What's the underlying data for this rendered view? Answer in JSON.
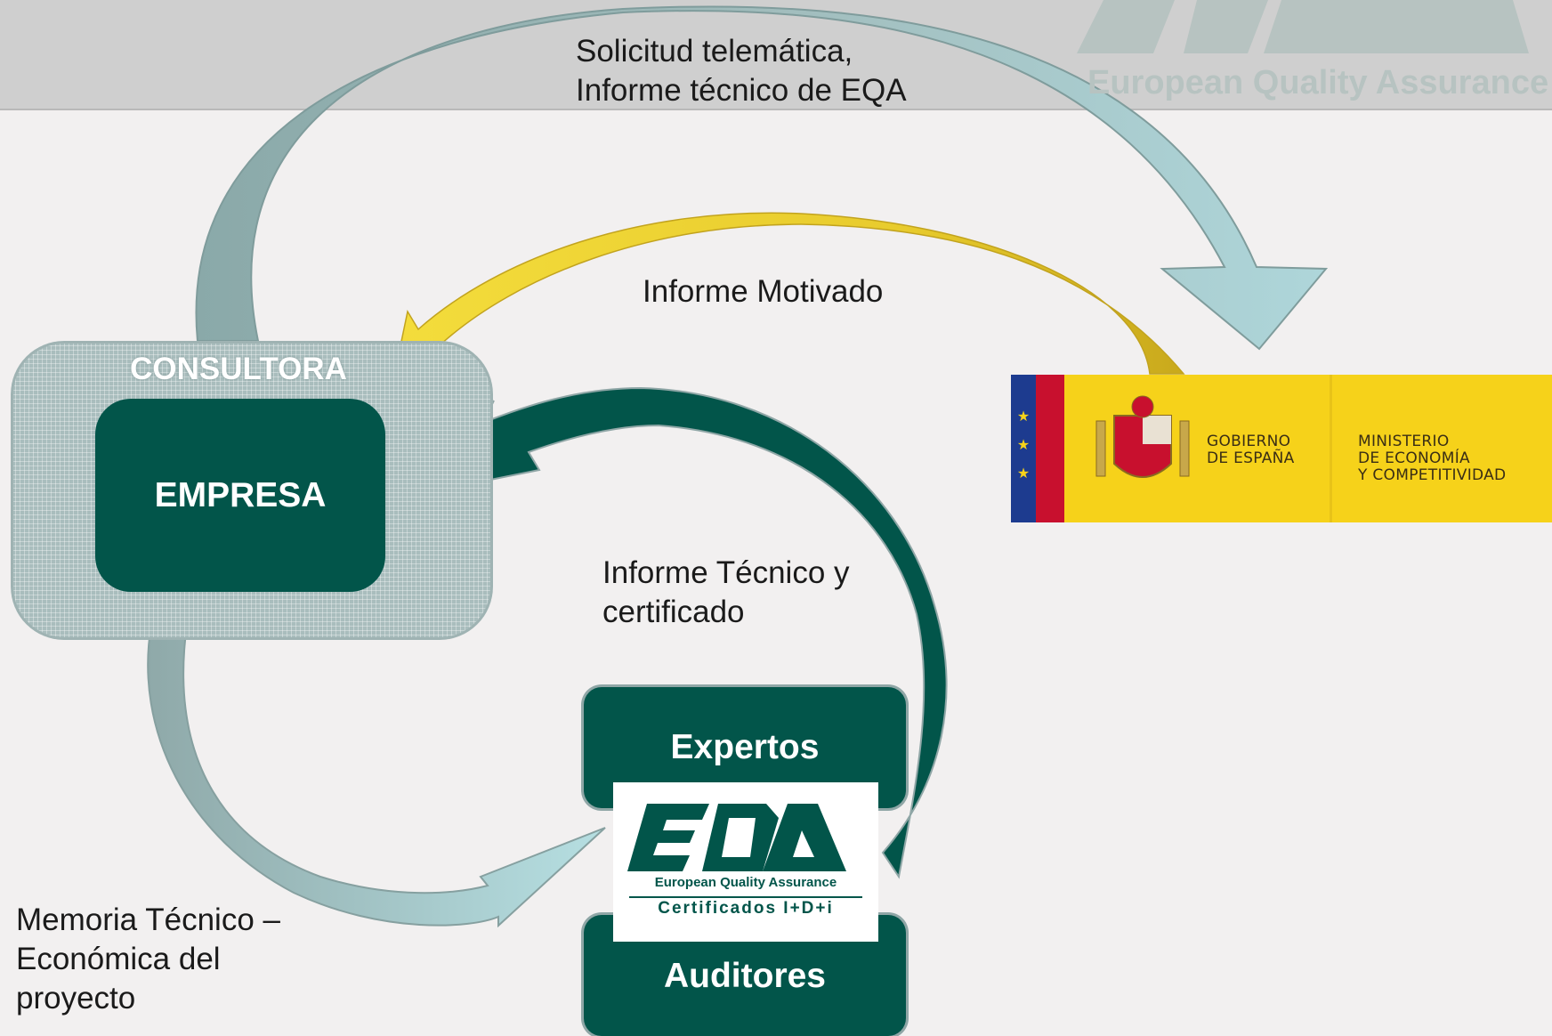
{
  "header": {
    "logo_text": "European Quality Assurance"
  },
  "arrows": {
    "top_label": [
      "Solicitud telemática,",
      "Informe técnico de EQA"
    ],
    "motivado_label": "Informe Motivado",
    "tecnico_label": [
      "Informe Técnico y",
      "certificado"
    ],
    "memoria_label": [
      "Memoria Técnico –",
      "Económica del",
      "proyecto"
    ]
  },
  "consultora": {
    "title": "CONSULTORA",
    "inner": "EMPRESA"
  },
  "eqa": {
    "top_box": "Expertos",
    "bottom_box": "Auditores",
    "logo_word": "EQA",
    "logo_sub": "European Quality Assurance",
    "logo_tag": "Certificados I+D+i"
  },
  "ministry": {
    "gobierno": [
      "GOBIERNO",
      "DE ESPAÑA"
    ],
    "ministerio": [
      "MINISTERIO",
      "DE ECONOMÍA",
      "Y COMPETITIVIDAD"
    ]
  },
  "colors": {
    "dark_green": "#02554a",
    "light_teal_arrow": "#a9d2d6",
    "yellow_arrow": "#f2d21a",
    "consultora_grey": "#a9bdbd"
  }
}
